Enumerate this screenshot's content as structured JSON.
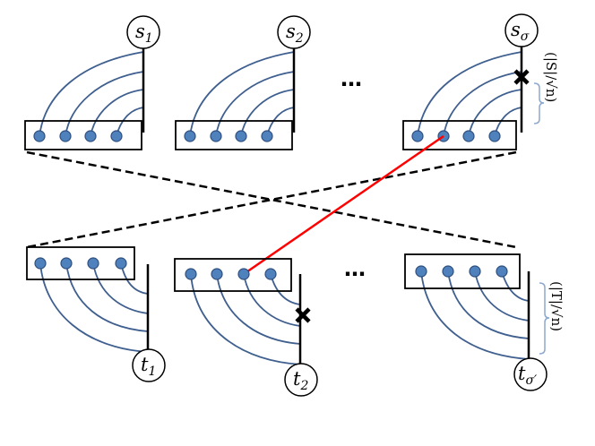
{
  "sources": {
    "nodes": [
      {
        "name": "s",
        "sub": "1"
      },
      {
        "name": "s",
        "sub": "2"
      },
      {
        "name": "s",
        "sub": "σ"
      }
    ],
    "ellipsis": "…"
  },
  "sinks": {
    "nodes": [
      {
        "name": "t",
        "sub": "1"
      },
      {
        "name": "t",
        "sub": "2"
      },
      {
        "name": "t",
        "sub": "σ′"
      }
    ],
    "ellipsis": "…"
  },
  "size_labels": {
    "top": "(|S|/√n)",
    "bottom": "(|T|/√n)"
  },
  "colors": {
    "curve": "#3f5f8f",
    "node_fill": "#4f81bd",
    "node_stroke": "#2f4f7f",
    "cross_edge": "#ff0000",
    "dashed": "#000000",
    "brace": "#8ea9cf"
  },
  "cut_marks": [
    "cross-icon",
    "cross-icon"
  ]
}
